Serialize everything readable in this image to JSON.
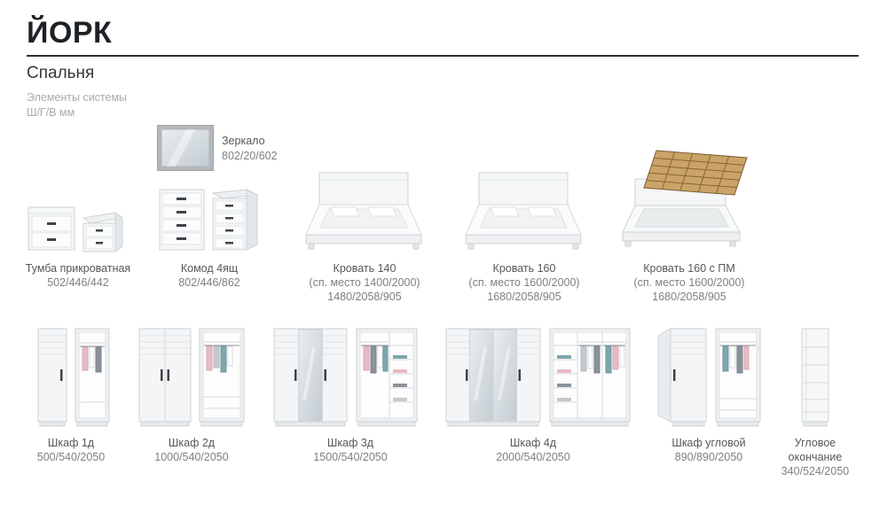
{
  "header": {
    "title": "ЙОРК",
    "subtitle": "Спальня",
    "meta1": "Элементы системы",
    "meta2": "Ш/Г/В мм"
  },
  "mirror": {
    "name": "Зеркало",
    "dims": "802/20/602"
  },
  "row1": [
    {
      "name": "Тумба прикроватная",
      "dims": "502/446/442"
    },
    {
      "name": "Комод 4ящ",
      "dims": "802/446/862"
    },
    {
      "name": "Кровать 140",
      "sleep": "(сп. место 1400/2000)",
      "dims": "1480/2058/905"
    },
    {
      "name": "Кровать 160",
      "sleep": "(сп. место 1600/2000)",
      "dims": "1680/2058/905"
    },
    {
      "name": "Кровать 160 с ПМ",
      "sleep": "(сп. место 1600/2000)",
      "dims": "1680/2058/905"
    }
  ],
  "row2": [
    {
      "name": "Шкаф 1д",
      "dims": "500/540/2050"
    },
    {
      "name": "Шкаф 2д",
      "dims": "1000/540/2050"
    },
    {
      "name": "Шкаф 3д",
      "dims": "1500/540/2050"
    },
    {
      "name": "Шкаф 4д",
      "dims": "2000/540/2050"
    },
    {
      "name": "Шкаф угловой",
      "dims": "890/890/2050"
    },
    {
      "name": "Угловое окончание",
      "dims": "340/524/2050"
    }
  ],
  "colors": {
    "furniture_white": "#f3f5f6",
    "slats_wood": "#c9a368",
    "text_dark": "#1e2226",
    "text_gray": "#7b8084"
  }
}
